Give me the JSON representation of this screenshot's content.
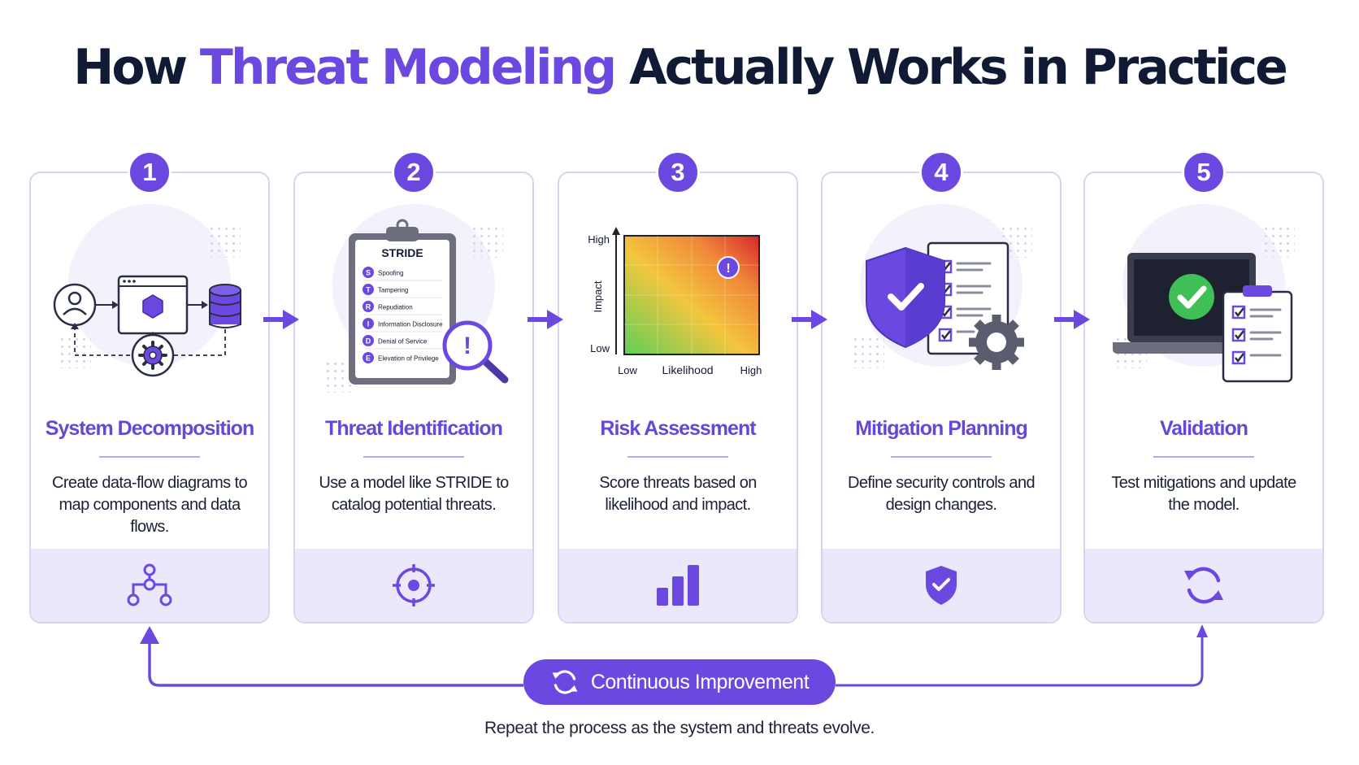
{
  "title": {
    "prefix": "How",
    "accent": "Threat Modeling",
    "suffix": "Actually Works in Practice"
  },
  "colors": {
    "accent": "#6b49e0",
    "card_border": "#d9d3f2",
    "footer_bg": "#ece8fb",
    "title_dark": "#111a35"
  },
  "steps": [
    {
      "number": "1",
      "title": "System Decomposition",
      "description": "Create data-flow diagrams to map components and data flows.",
      "footer_icon": "hierarchy-icon"
    },
    {
      "number": "2",
      "title": "Threat Identification",
      "description": "Use a model like STRIDE to catalog potential threats.",
      "footer_icon": "target-icon"
    },
    {
      "number": "3",
      "title": "Risk Assessment",
      "description": "Score threats based on likelihood and impact.",
      "footer_icon": "bar-chart-icon"
    },
    {
      "number": "4",
      "title": "Mitigation Planning",
      "description": "Define security controls and design changes.",
      "footer_icon": "shield-check-icon"
    },
    {
      "number": "5",
      "title": "Validation",
      "description": "Test mitigations and update the model.",
      "footer_icon": "refresh-icon"
    }
  ],
  "stride": {
    "heading": "STRIDE",
    "items": [
      {
        "letter": "S",
        "label": "Spoofing"
      },
      {
        "letter": "T",
        "label": "Tampering"
      },
      {
        "letter": "R",
        "label": "Repudiation"
      },
      {
        "letter": "I",
        "label": "Information Disclosure"
      },
      {
        "letter": "D",
        "label": "Denial of Service"
      },
      {
        "letter": "E",
        "label": "Elevation of Privilege"
      }
    ]
  },
  "risk_matrix": {
    "y_label": "Impact",
    "x_label": "Likelihood",
    "y_high": "High",
    "y_low": "Low",
    "x_low": "Low",
    "x_high": "High",
    "marker": "!"
  },
  "loop": {
    "label": "Continuous Improvement",
    "caption": "Repeat the process as the system and threats evolve."
  }
}
